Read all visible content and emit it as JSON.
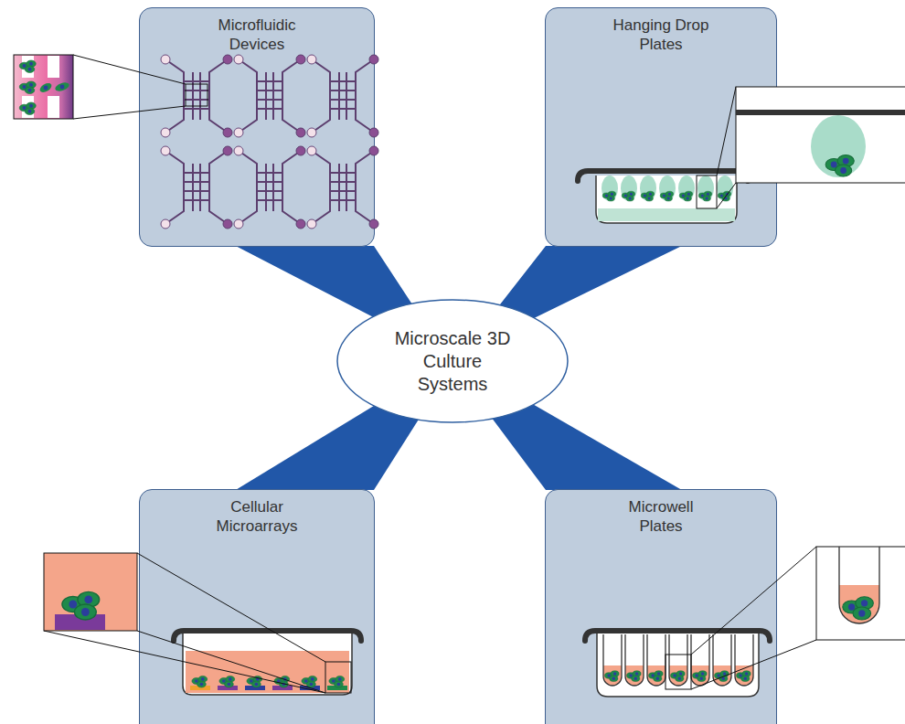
{
  "diagram": {
    "nodes": [
      {
        "text": [
          "Microfluidic Devices"
        ]
      },
      {
        "text": [
          "Hanging Drop Plates"
        ]
      },
      {
        "text": [
          "Microscale 3D Culture Systems"
        ]
      },
      {
        "text": [
          "Cellular Microarrays"
        ]
      },
      {
        "text": [
          "Microwell Plates"
        ]
      }
    ],
    "edges": [
      {
        "from": 2,
        "to": 0,
        "arrow": "none"
      },
      {
        "from": 2,
        "to": 1,
        "arrow": "none"
      },
      {
        "from": 2,
        "to": 3,
        "arrow": "none"
      },
      {
        "from": 2,
        "to": 4,
        "arrow": "none"
      }
    ]
  }
}
